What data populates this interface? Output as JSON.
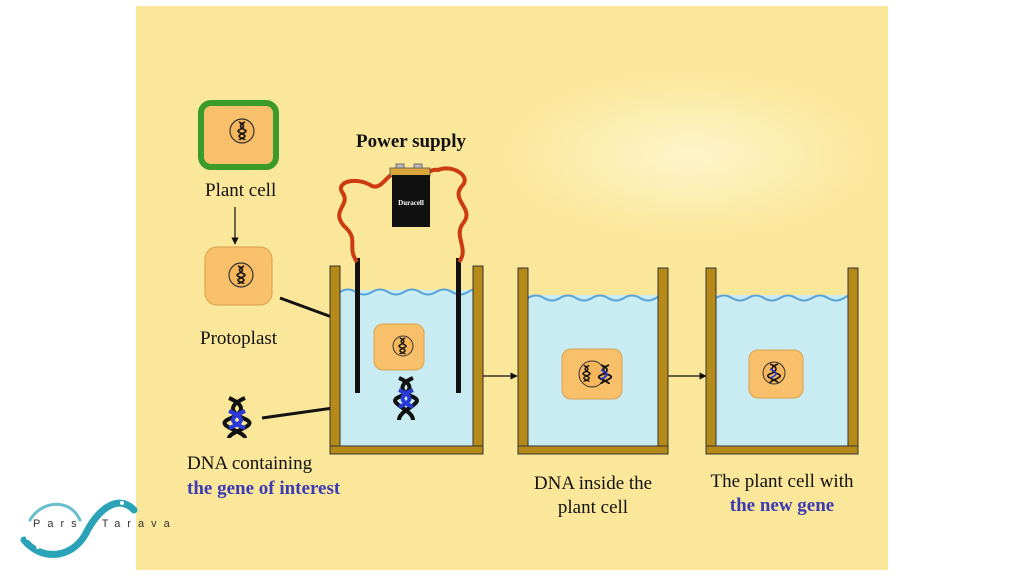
{
  "labels": {
    "power_supply": "Power supply",
    "battery_brand": "Duracell",
    "plant_cell": "Plant cell",
    "protoplast": "Protoplast",
    "dna_line1": "DNA containing",
    "dna_line2": "the gene of interest",
    "inside_line1": "DNA inside the",
    "inside_line2": "plant cell",
    "new_line1": "The plant cell with",
    "new_line2": "the new gene"
  },
  "logo": {
    "text_left": "Pars",
    "text_right": "Tarava"
  },
  "colors": {
    "background": "#fbe79a",
    "cell_fill": "#f8c06a",
    "cell_wall": "#3a9a2a",
    "water": "#c8ecf2",
    "beaker": "#b58a18",
    "wire": "#cc3a10",
    "highlight_text": "#3b3bb3"
  }
}
